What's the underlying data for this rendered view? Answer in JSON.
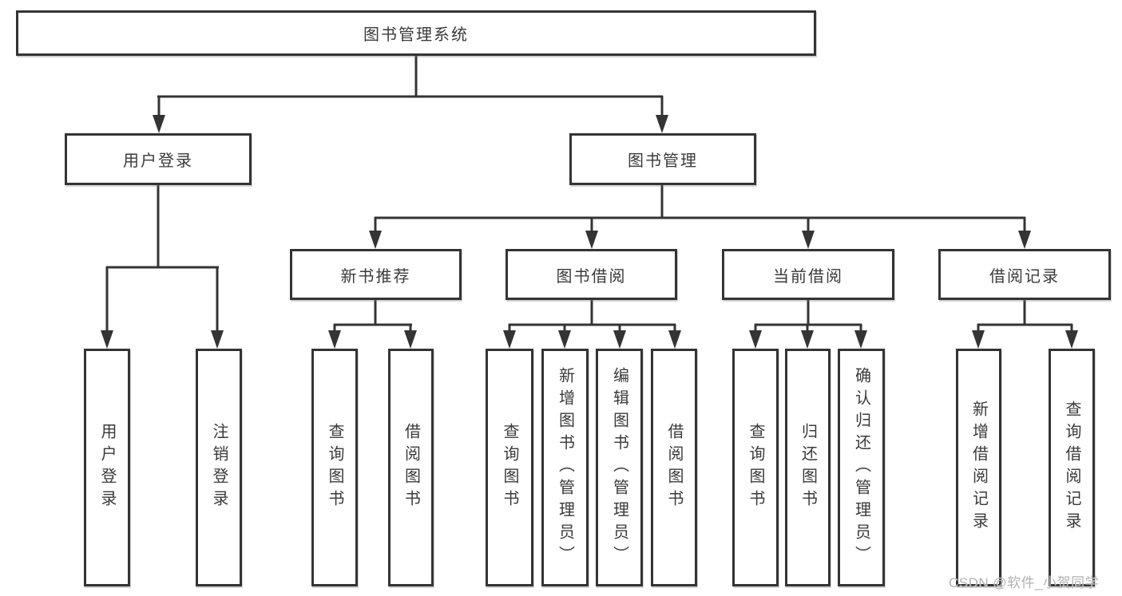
{
  "diagram": {
    "root": "图书管理系统",
    "user_login": {
      "label": "用户登录",
      "children": [
        "用户登录",
        "注销登录"
      ]
    },
    "book_mgmt": {
      "label": "图书管理",
      "modules": [
        {
          "label": "新书推荐",
          "children": [
            "查询图书",
            "借阅图书"
          ]
        },
        {
          "label": "图书借阅",
          "children": [
            "查询图书",
            "新增图书（管理员）",
            "编辑图书（管理员）",
            "借阅图书"
          ]
        },
        {
          "label": "当前借阅",
          "children": [
            "查询图书",
            "归还图书",
            "确认归还（管理员）"
          ]
        },
        {
          "label": "借阅记录",
          "children": [
            "新增借阅记录",
            "查询借阅记录"
          ]
        }
      ]
    }
  },
  "watermark": "CSDN @软件_小贺同学",
  "colors": {
    "line": "#343434",
    "text": "#3a3a3a",
    "box_fill": "#ffffff",
    "watermark": "#b2b2b5",
    "background": "#ffffff"
  }
}
